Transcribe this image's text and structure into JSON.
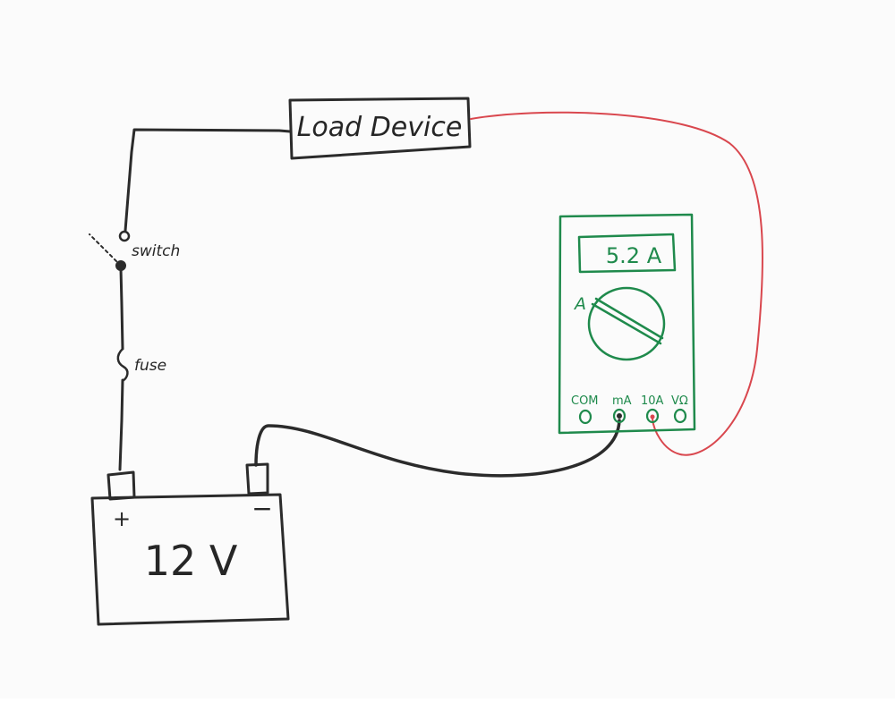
{
  "load": {
    "label": "Load Device"
  },
  "switch": {
    "label": "switch"
  },
  "fuse": {
    "label": "fuse"
  },
  "battery": {
    "label": "12 V",
    "positive_symbol": "+",
    "negative_symbol": "−"
  },
  "multimeter": {
    "display": "5.2 A",
    "dial_label": "A",
    "ports": [
      "COM",
      "mA",
      "10A",
      "VΩ"
    ]
  },
  "colors": {
    "ink": "#2b2b2b",
    "meter": "#1f8a4c",
    "probe_lead": "#d9474e"
  }
}
